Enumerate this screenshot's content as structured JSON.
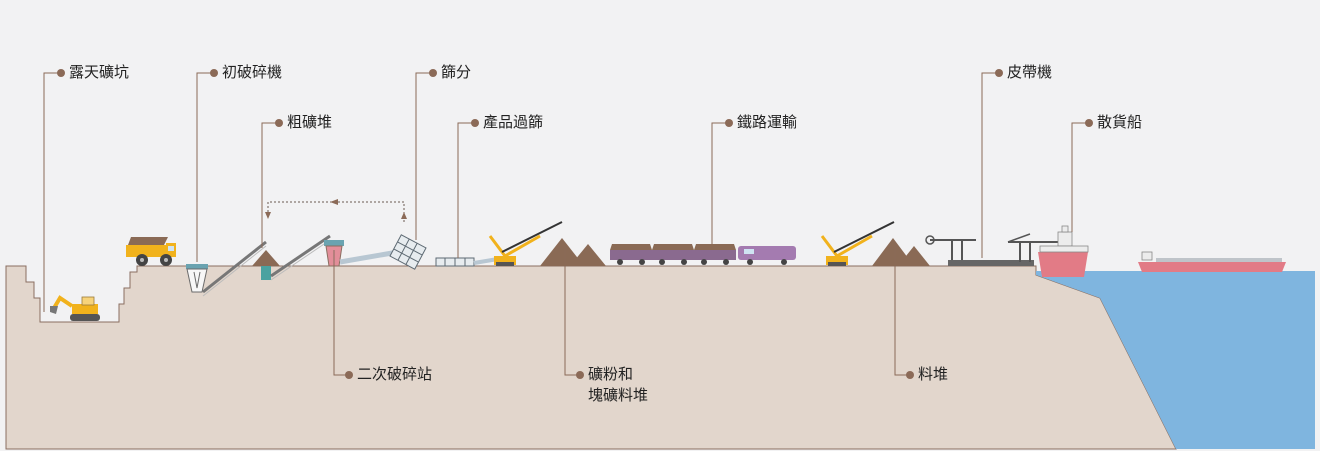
{
  "labels": {
    "open_pit": "露天礦坑",
    "primary_crusher": "初破碎機",
    "coarse_ore_stockpile": "粗礦堆",
    "screening": "篩分",
    "product_screening": "產品過篩",
    "rail_transport": "鐵路運輸",
    "conveyor": "皮帶機",
    "bulk_carrier": "散貨船",
    "secondary_crusher": "二次破碎站",
    "fines_lump_line1": "礦粉和",
    "fines_lump_line2": "塊礦料堆",
    "stockpile": "料堆"
  },
  "colors": {
    "background": "#f2f2f3",
    "ground": "#e2d6cc",
    "ground_outline": "#8a6e60",
    "leader_line": "#8b6a57",
    "leader_dot": "#8b6a57",
    "sea": "#7fb5df",
    "ore_pile": "#8a6a55",
    "machine_yellow": "#f1b21c",
    "train": "#8a6a8f",
    "ship_hull": "#e27b86"
  }
}
